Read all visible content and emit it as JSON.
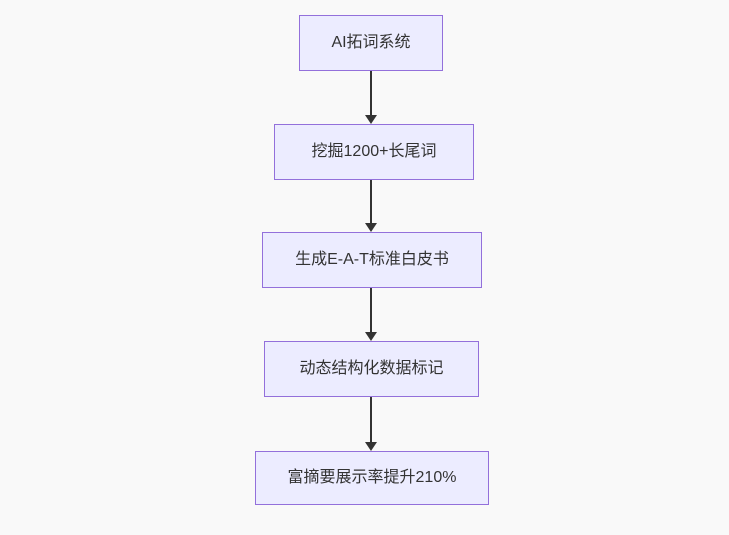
{
  "colors": {
    "background": "#f9f9f9",
    "node_fill": "#ECECFF",
    "node_border": "#9370DB",
    "arrow_color": "#333333",
    "text_color": "#333333"
  },
  "chart_data": {
    "type": "flowchart",
    "direction": "top-down",
    "nodes": [
      {
        "id": "A",
        "label": "AI拓词系统"
      },
      {
        "id": "B",
        "label": "挖掘1200+长尾词"
      },
      {
        "id": "C",
        "label": "生成E-A-T标准白皮书"
      },
      {
        "id": "D",
        "label": "动态结构化数据标记"
      },
      {
        "id": "E",
        "label": "富摘要展示率提升210%"
      }
    ],
    "edges": [
      {
        "from": "A",
        "to": "B"
      },
      {
        "from": "B",
        "to": "C"
      },
      {
        "from": "C",
        "to": "D"
      },
      {
        "from": "D",
        "to": "E"
      }
    ]
  },
  "flowchart": {
    "nodes": [
      {
        "label": "AI拓词系统"
      },
      {
        "label": "挖掘1200+长尾词"
      },
      {
        "label": "生成E-A-T标准白皮书"
      },
      {
        "label": "动态结构化数据标记"
      },
      {
        "label": "富摘要展示率提升210%"
      }
    ]
  }
}
